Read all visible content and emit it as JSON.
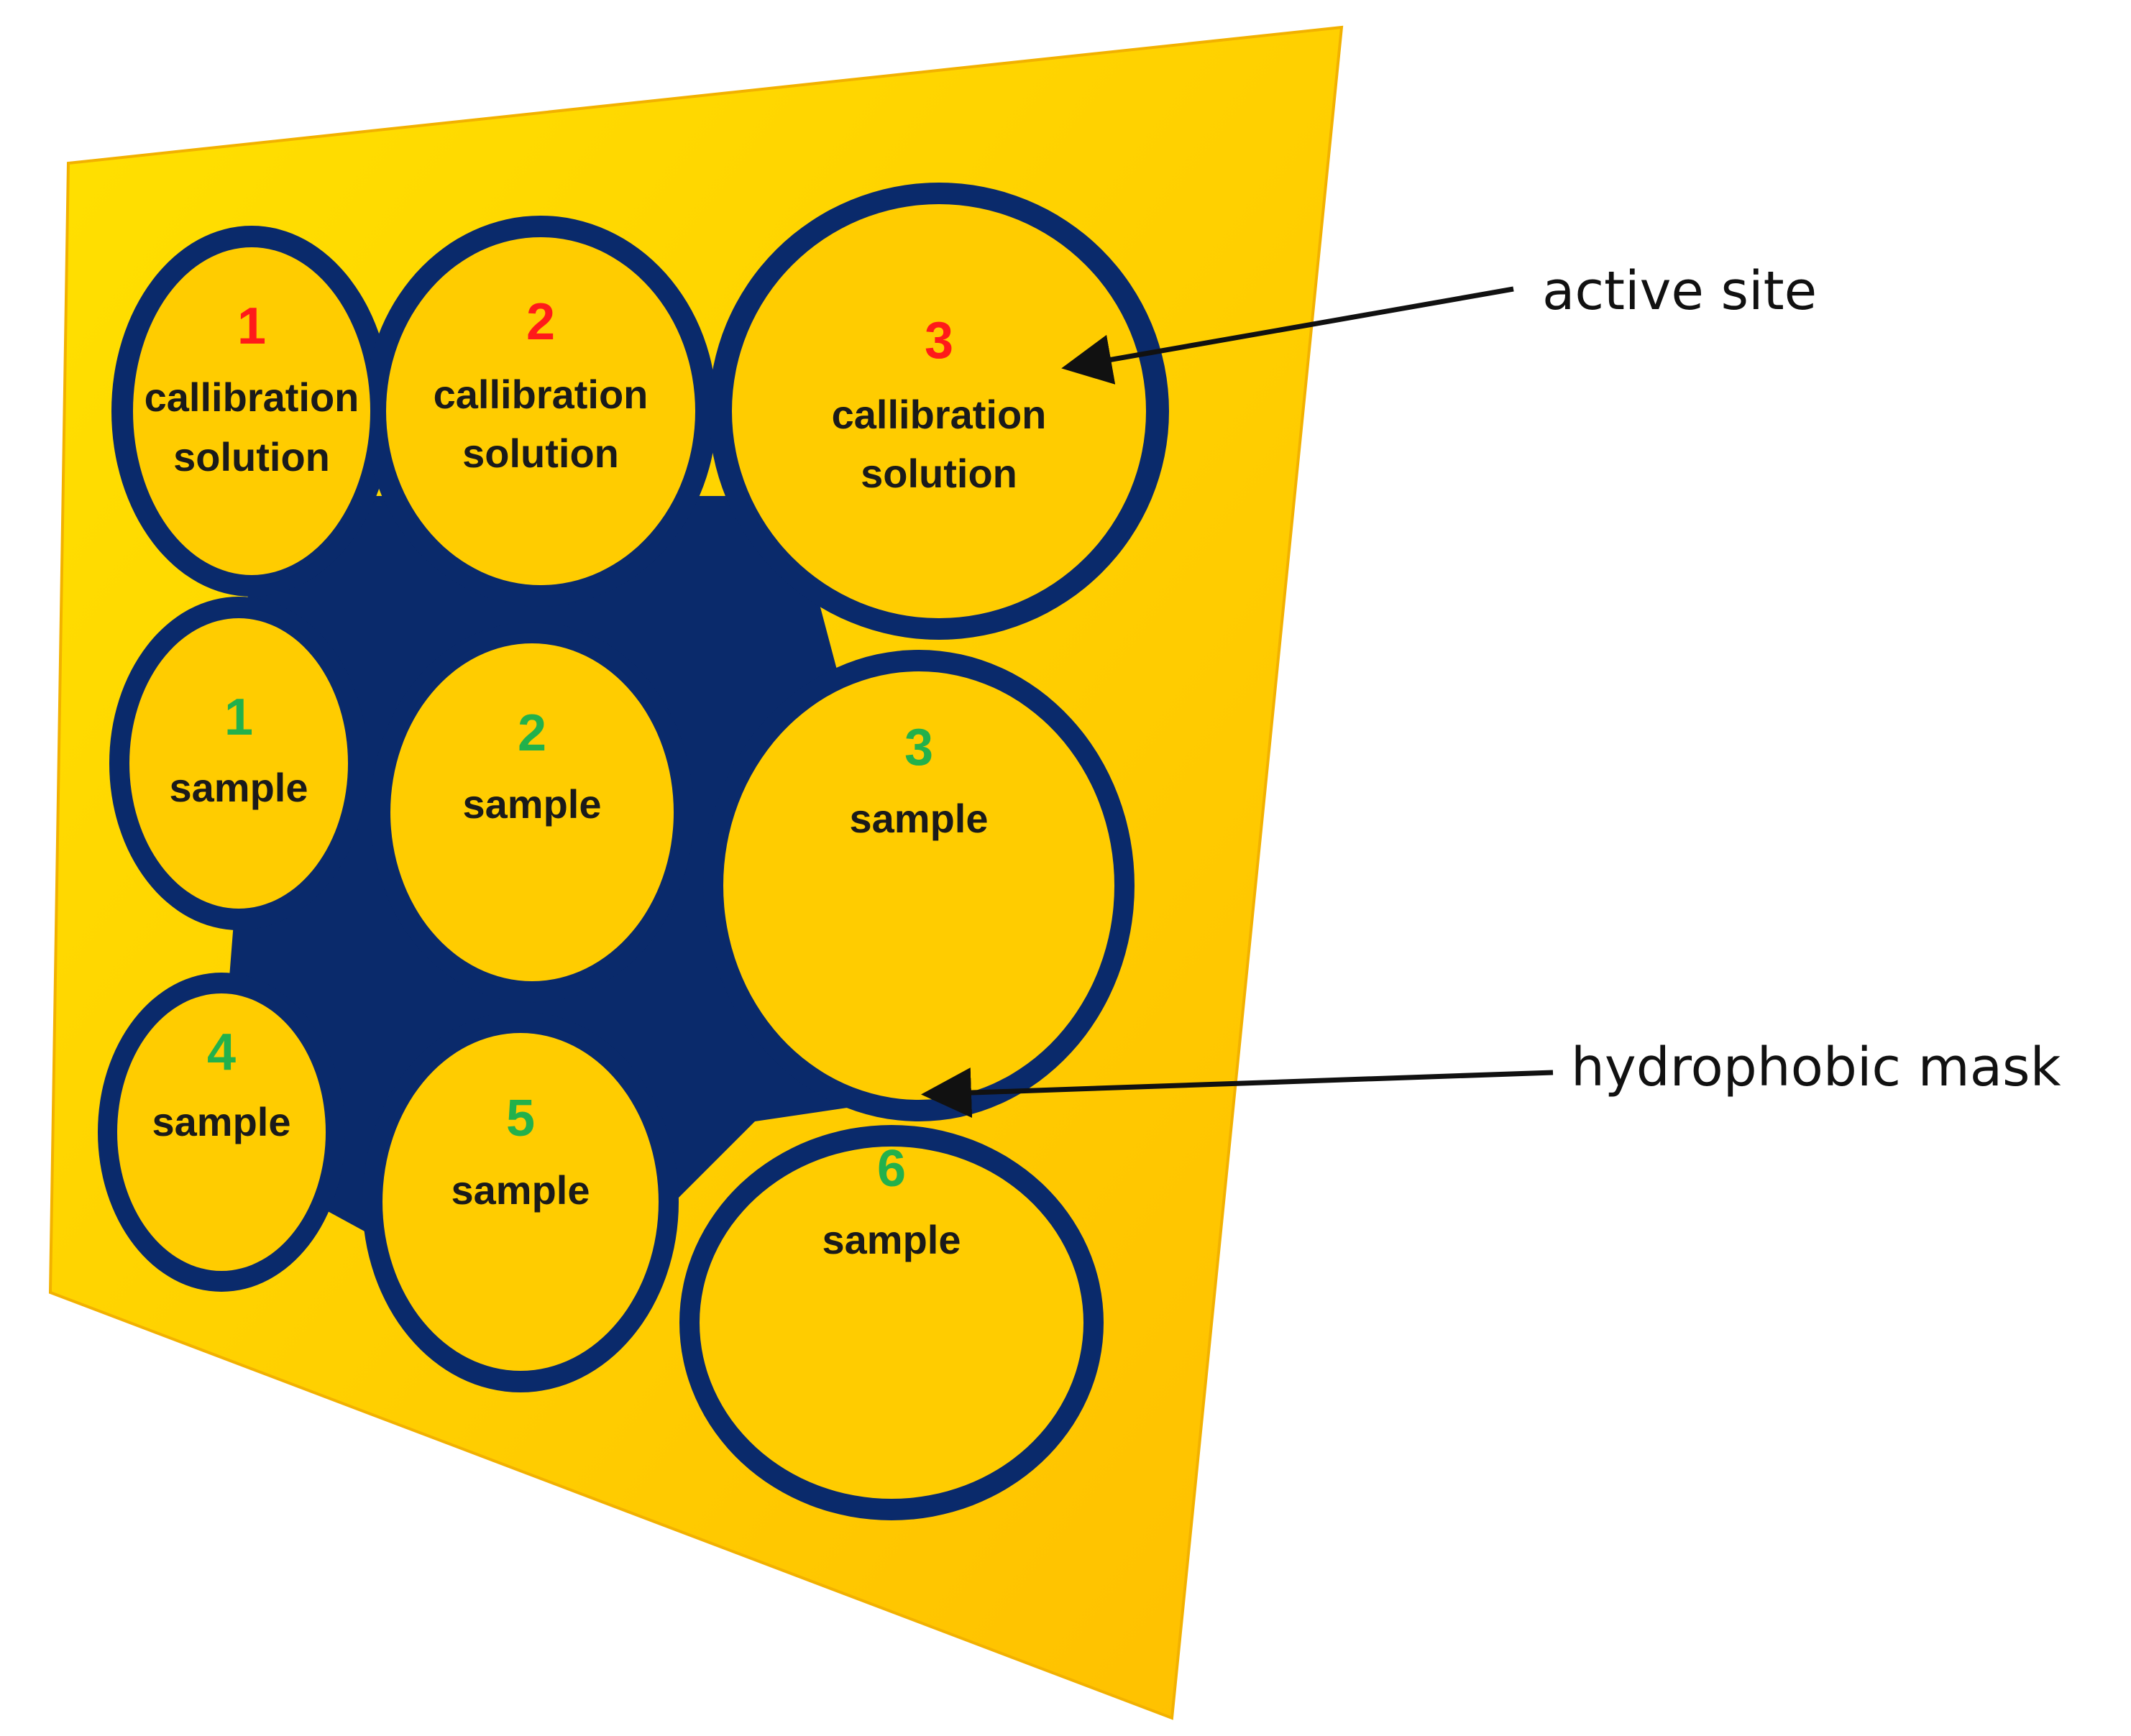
{
  "colors": {
    "paper_light": "#ffe100",
    "paper_dark": "#ffbf00",
    "mask": "#0a2a6b",
    "well_fill": "#ffcc00",
    "calibration_number": "#ff1a1a",
    "sample_number": "#22b14c"
  },
  "wells": [
    {
      "number": "1",
      "line1": "callibration",
      "line2": "solution",
      "kind": "calibration"
    },
    {
      "number": "2",
      "line1": "callibration",
      "line2": "solution",
      "kind": "calibration"
    },
    {
      "number": "3",
      "line1": "callibration",
      "line2": "solution",
      "kind": "calibration"
    },
    {
      "number": "1",
      "line1": "sample",
      "kind": "sample"
    },
    {
      "number": "2",
      "line1": "sample",
      "kind": "sample"
    },
    {
      "number": "3",
      "line1": "sample",
      "kind": "sample"
    },
    {
      "number": "4",
      "line1": "sample",
      "kind": "sample"
    },
    {
      "number": "5",
      "line1": "sample",
      "kind": "sample"
    },
    {
      "number": "6",
      "line1": "sample",
      "kind": "sample"
    }
  ],
  "callouts": {
    "active_site": "active site",
    "hydrophobic_mask": "hydrophobic mask"
  }
}
